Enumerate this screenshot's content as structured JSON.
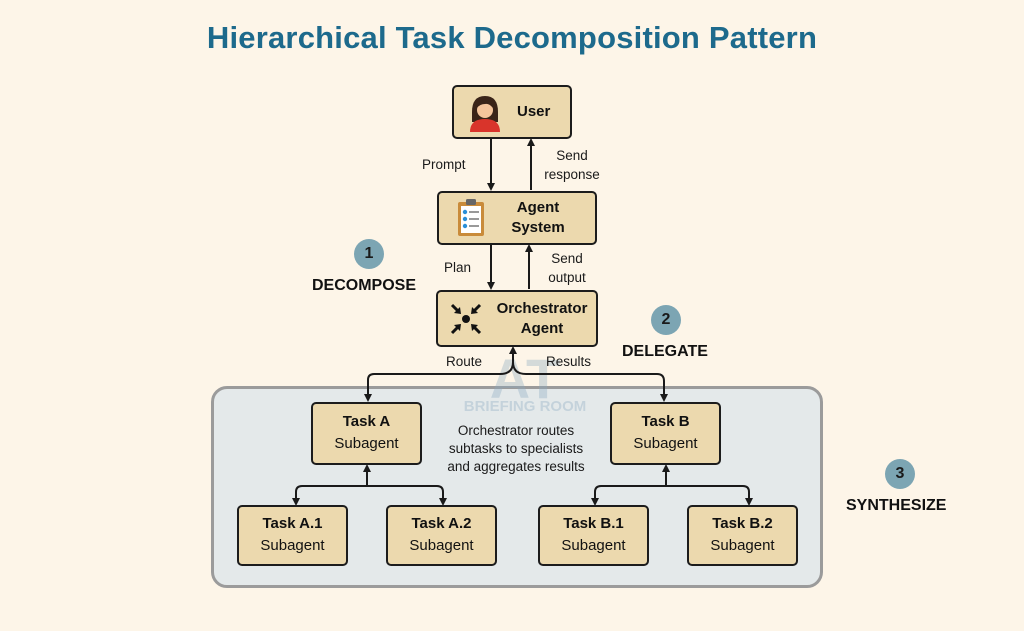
{
  "title": "Hierarchical Task Decomposition Pattern",
  "nodes": {
    "user": {
      "label": "User"
    },
    "agent_system": {
      "line1": "Agent",
      "line2": "System"
    },
    "orchestrator": {
      "line1": "Orchestrator",
      "line2": "Agent"
    },
    "task_a": {
      "title": "Task A",
      "sub": "Subagent"
    },
    "task_b": {
      "title": "Task B",
      "sub": "Subagent"
    },
    "task_a1": {
      "title": "Task A.1",
      "sub": "Subagent"
    },
    "task_a2": {
      "title": "Task A.2",
      "sub": "Subagent"
    },
    "task_b1": {
      "title": "Task B.1",
      "sub": "Subagent"
    },
    "task_b2": {
      "title": "Task B.2",
      "sub": "Subagent"
    }
  },
  "edge_labels": {
    "prompt": "Prompt",
    "send_response": "Send response",
    "plan": "Plan",
    "send_output": "Send output",
    "route": "Route",
    "results": "Results"
  },
  "phases": [
    {
      "number": "1",
      "label": "DECOMPOSE"
    },
    {
      "number": "2",
      "label": "DELEGATE"
    },
    {
      "number": "3",
      "label": "SYNTHESIZE"
    }
  ],
  "group_note": "Orchestrator routes subtasks to specialists and aggregates results",
  "watermark": {
    "line1": "BRIEFING ROOM"
  },
  "colors": {
    "title": "#1d6a8c",
    "box_fill": "#ecd9ae",
    "badge": "#7ca5b3",
    "background": "#fdf5e8",
    "group_fill": "#e4e9ea"
  }
}
